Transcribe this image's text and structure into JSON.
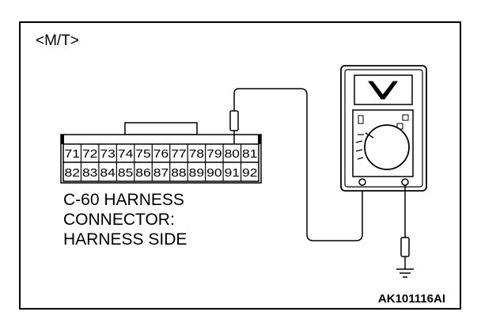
{
  "variant_label": "<M/T>",
  "connector": {
    "name_lines": [
      "C-60 HARNESS",
      "CONNECTOR:",
      "HARNESS SIDE"
    ],
    "top_row": [
      "71",
      "72",
      "73",
      "74",
      "75",
      "76",
      "77",
      "78",
      "79",
      "80",
      "81"
    ],
    "bottom_row": [
      "82",
      "83",
      "84",
      "85",
      "86",
      "87",
      "88",
      "89",
      "90",
      "91",
      "92"
    ],
    "probed_terminal": "80"
  },
  "meter": {
    "mode_symbol": "V",
    "mode": "voltage"
  },
  "ground_icon": "ground-symbol-icon",
  "figure_code": "AK101116AI",
  "colors": {
    "line": "#000000",
    "background": "#ffffff"
  }
}
